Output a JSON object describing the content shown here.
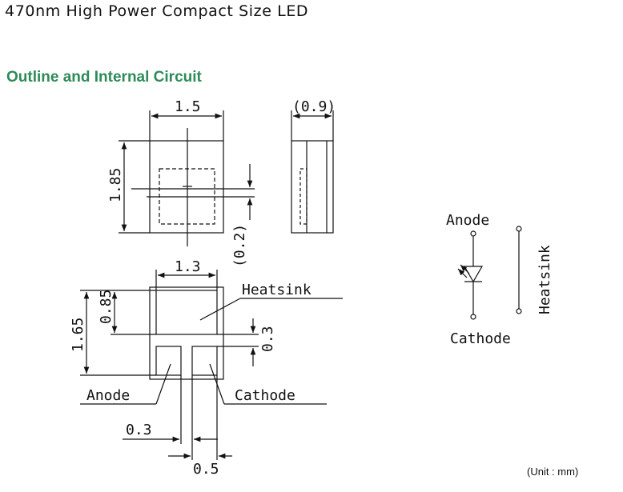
{
  "header": {
    "title": "470nm High Power Compact Size LED",
    "section": "Outline and Internal Circuit"
  },
  "top_view": {
    "width_dim": "1.5",
    "height_dim": "1.85",
    "offset_dim": "(0.2)"
  },
  "side_view": {
    "thickness_dim": "(0.9)"
  },
  "bottom_view": {
    "width_dim": "1.3",
    "total_height_dim": "1.65",
    "heatsink_height_dim": "0.85",
    "pad_gap_dim": "0.3",
    "pad_spacing_dim": "0.3",
    "pad_width_dim": "0.5",
    "heatsink_label": "Heatsink",
    "anode_label": "Anode",
    "cathode_label": "Cathode"
  },
  "circuit": {
    "anode_label": "Anode",
    "cathode_label": "Cathode",
    "heatsink_label": "Heatsink"
  },
  "footer": {
    "unit_note": "(Unit : mm)"
  }
}
